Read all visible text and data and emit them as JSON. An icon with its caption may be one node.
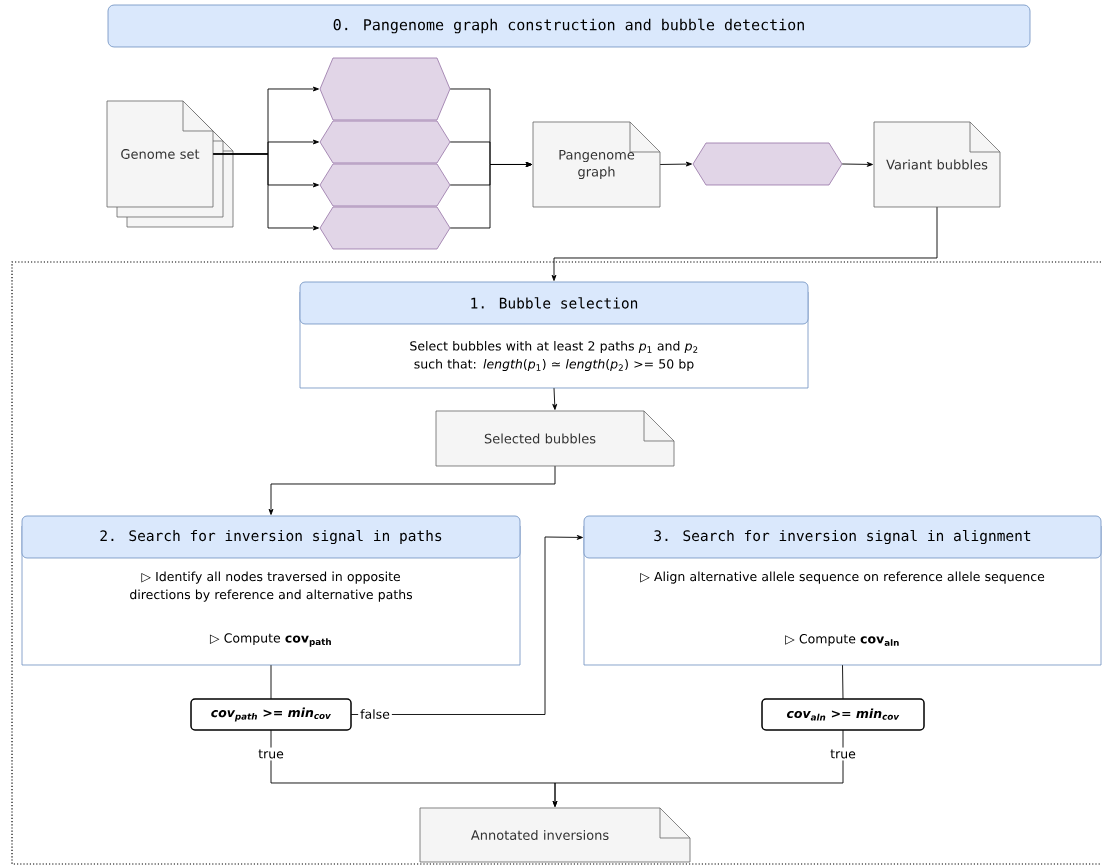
{
  "diagram": {
    "nodes": [
      {
        "text": [
          "0. Pangenome graph construction and bubble detection"
        ]
      },
      {
        "text": [
          "Genome set"
        ]
      },
      {
        "text": [],
        "shape": "hexagon"
      },
      {
        "text": [],
        "shape": "hexagon"
      },
      {
        "text": [],
        "shape": "hexagon"
      },
      {
        "text": [],
        "shape": "hexagon"
      },
      {
        "text": [
          "Pangenome graph"
        ]
      },
      {
        "text": [],
        "shape": "hexagon"
      },
      {
        "text": [
          "Variant bubbles"
        ]
      },
      {
        "text": [
          "1. Bubble selection",
          "Select bubbles with at least 2 paths *p*$_{1}$ and *p*$_{2}$ such that: *length*(*p*$_{1}$) ≃ *length*(*p*$_{2}$) >= 50 bp"
        ]
      },
      {
        "text": [
          "Selected bubbles"
        ]
      },
      {
        "text": [
          "2. Search for inversion signal in paths",
          "▷ Identify all nodes traversed in opposite directions by reference and alternative paths",
          "▷ Compute **cov$_{path}$**"
        ]
      },
      {
        "text": [
          "3. Search for inversion signal in alignment",
          "▷ Align alternative allele sequence on reference allele sequence",
          "▷ Compute **cov$_{aln}$**"
        ]
      },
      {
        "text": [
          "cov$_{path}$ >= min$_{cov}$"
        ]
      },
      {
        "text": [
          "cov$_{aln}$ >= min$_{cov}$"
        ]
      },
      {
        "text": [
          "Annotated inversions"
        ]
      }
    ],
    "edges": [
      {
        "from": 1,
        "to": 2,
        "arrow": "to"
      },
      {
        "from": 1,
        "to": 3,
        "arrow": "to"
      },
      {
        "from": 1,
        "to": 4,
        "arrow": "to"
      },
      {
        "from": 1,
        "to": 5,
        "arrow": "to"
      },
      {
        "from": 2,
        "to": 6,
        "arrow": "to"
      },
      {
        "from": 3,
        "to": 6,
        "arrow": "to"
      },
      {
        "from": 4,
        "to": 6,
        "arrow": "to"
      },
      {
        "from": 5,
        "to": 6,
        "arrow": "to"
      },
      {
        "from": 6,
        "to": 7,
        "arrow": "to"
      },
      {
        "from": 7,
        "to": 8,
        "arrow": "to"
      },
      {
        "from": 8,
        "to": 9,
        "arrow": "to"
      },
      {
        "from": 9,
        "to": 10,
        "arrow": "to"
      },
      {
        "from": 10,
        "to": 11,
        "arrow": "to"
      },
      {
        "from": 11,
        "to": 13,
        "arrow": "none"
      },
      {
        "from": 13,
        "to": 12,
        "arrow": "to",
        "label": "false"
      },
      {
        "from": 12,
        "to": 14,
        "arrow": "none"
      },
      {
        "from": 13,
        "to": 15,
        "arrow": "to",
        "label": "true"
      },
      {
        "from": 14,
        "to": 15,
        "arrow": "to",
        "label": "true"
      }
    ]
  }
}
